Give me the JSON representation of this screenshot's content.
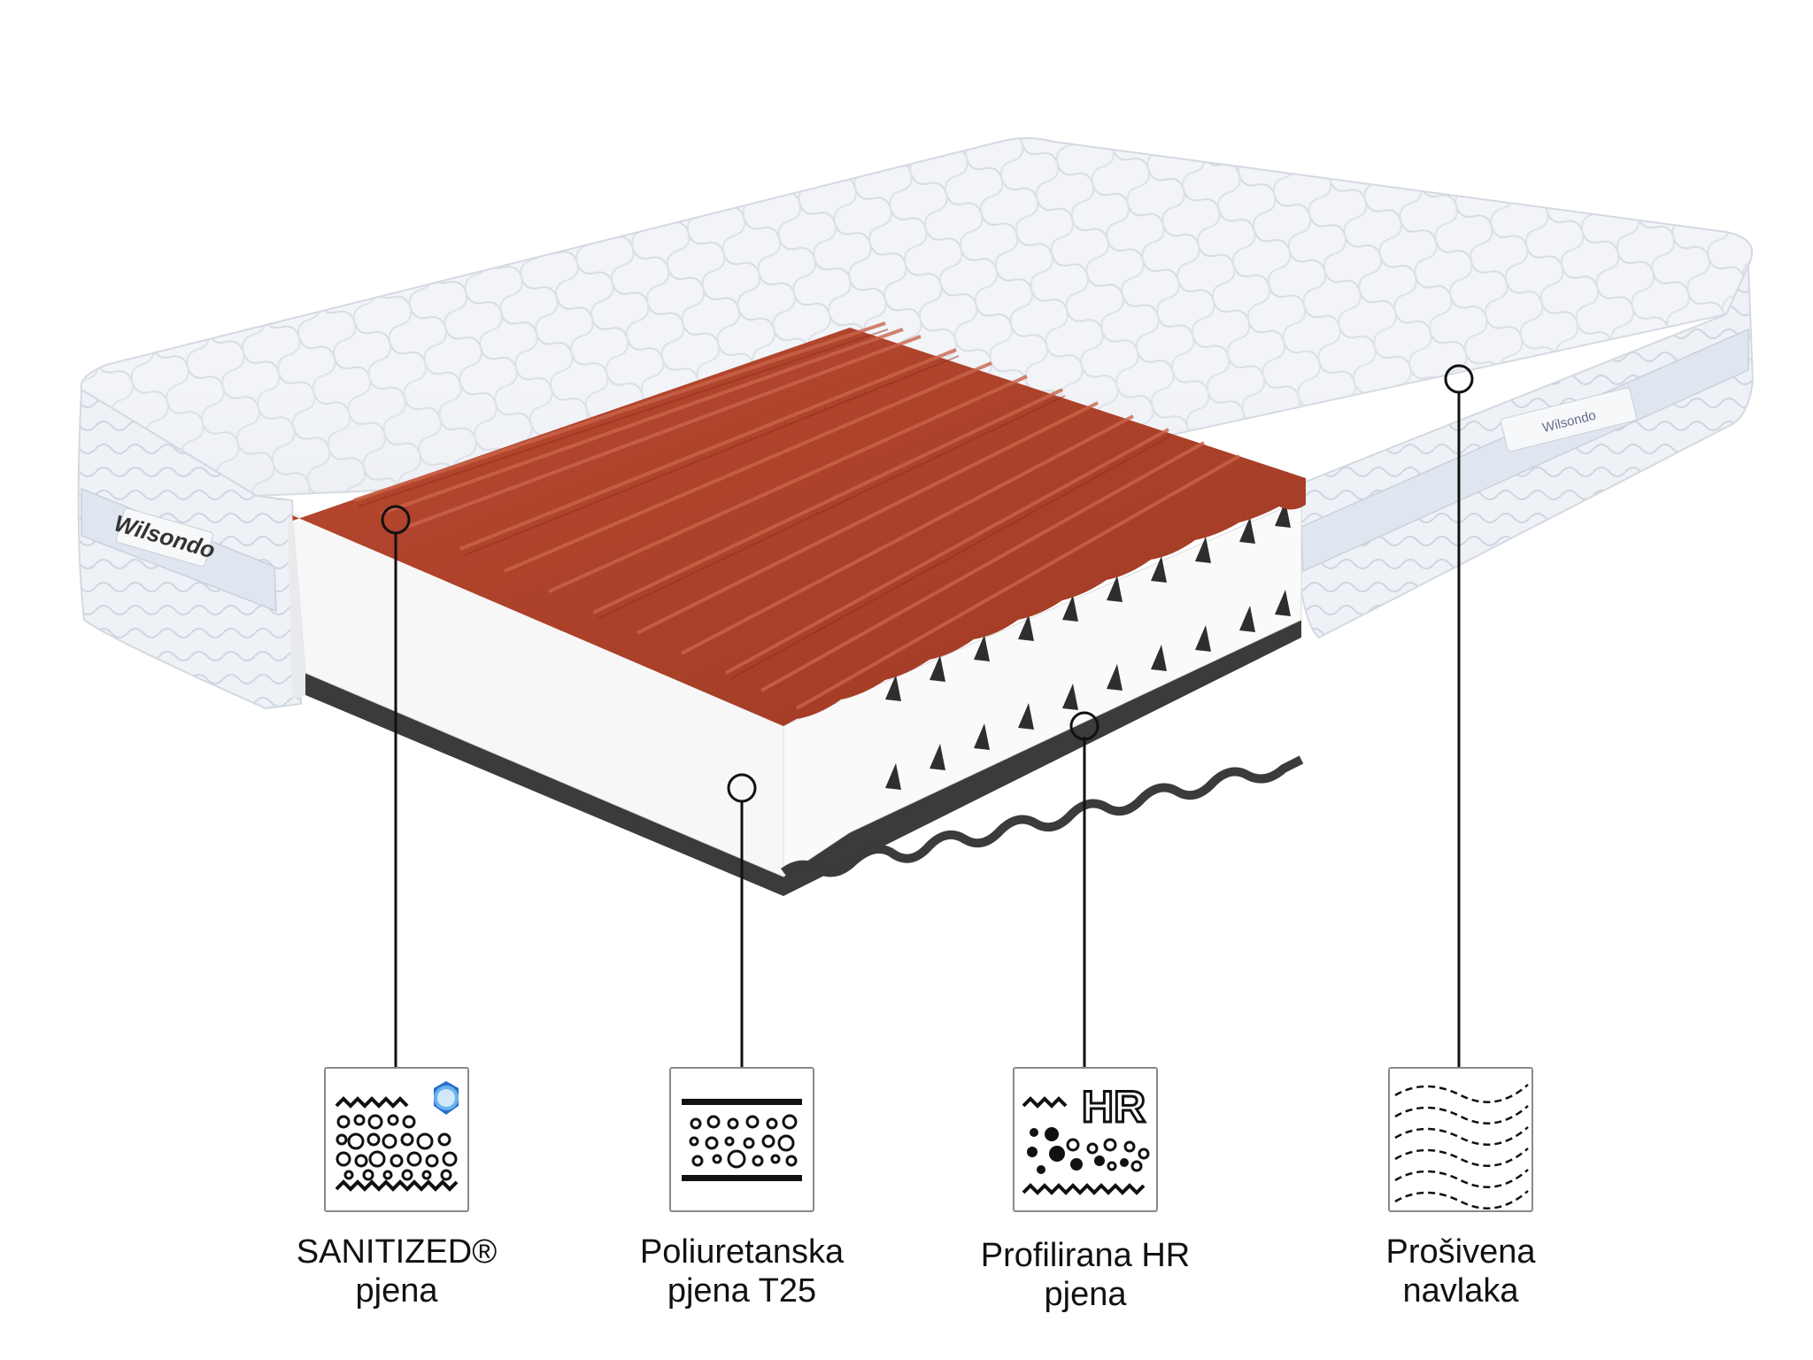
{
  "brand": {
    "logo_text": "Wilsondo",
    "side_label_text": "Wilsondo"
  },
  "colors": {
    "hr_foam_top": "#a8402a",
    "hr_foam_light": "#c45a3e",
    "base_foam": "#f7f7f7",
    "bottom_layer": "#3b3b3b",
    "cover": "#f1f3f7",
    "zipper_band": "#dfe6ef"
  },
  "features": [
    {
      "icon": "sanitized-foam-icon",
      "line1": "SANITIZED®",
      "line2": "pjena"
    },
    {
      "icon": "polyurethane-foam-icon",
      "line1": "Poliuretanska",
      "line2": "pjena T25"
    },
    {
      "icon": "hr-foam-icon",
      "line1": "Profilirana HR",
      "line2": "pjena",
      "badge": "HR"
    },
    {
      "icon": "quilted-cover-icon",
      "line1": "Prošivena",
      "line2": "navlaka"
    }
  ]
}
